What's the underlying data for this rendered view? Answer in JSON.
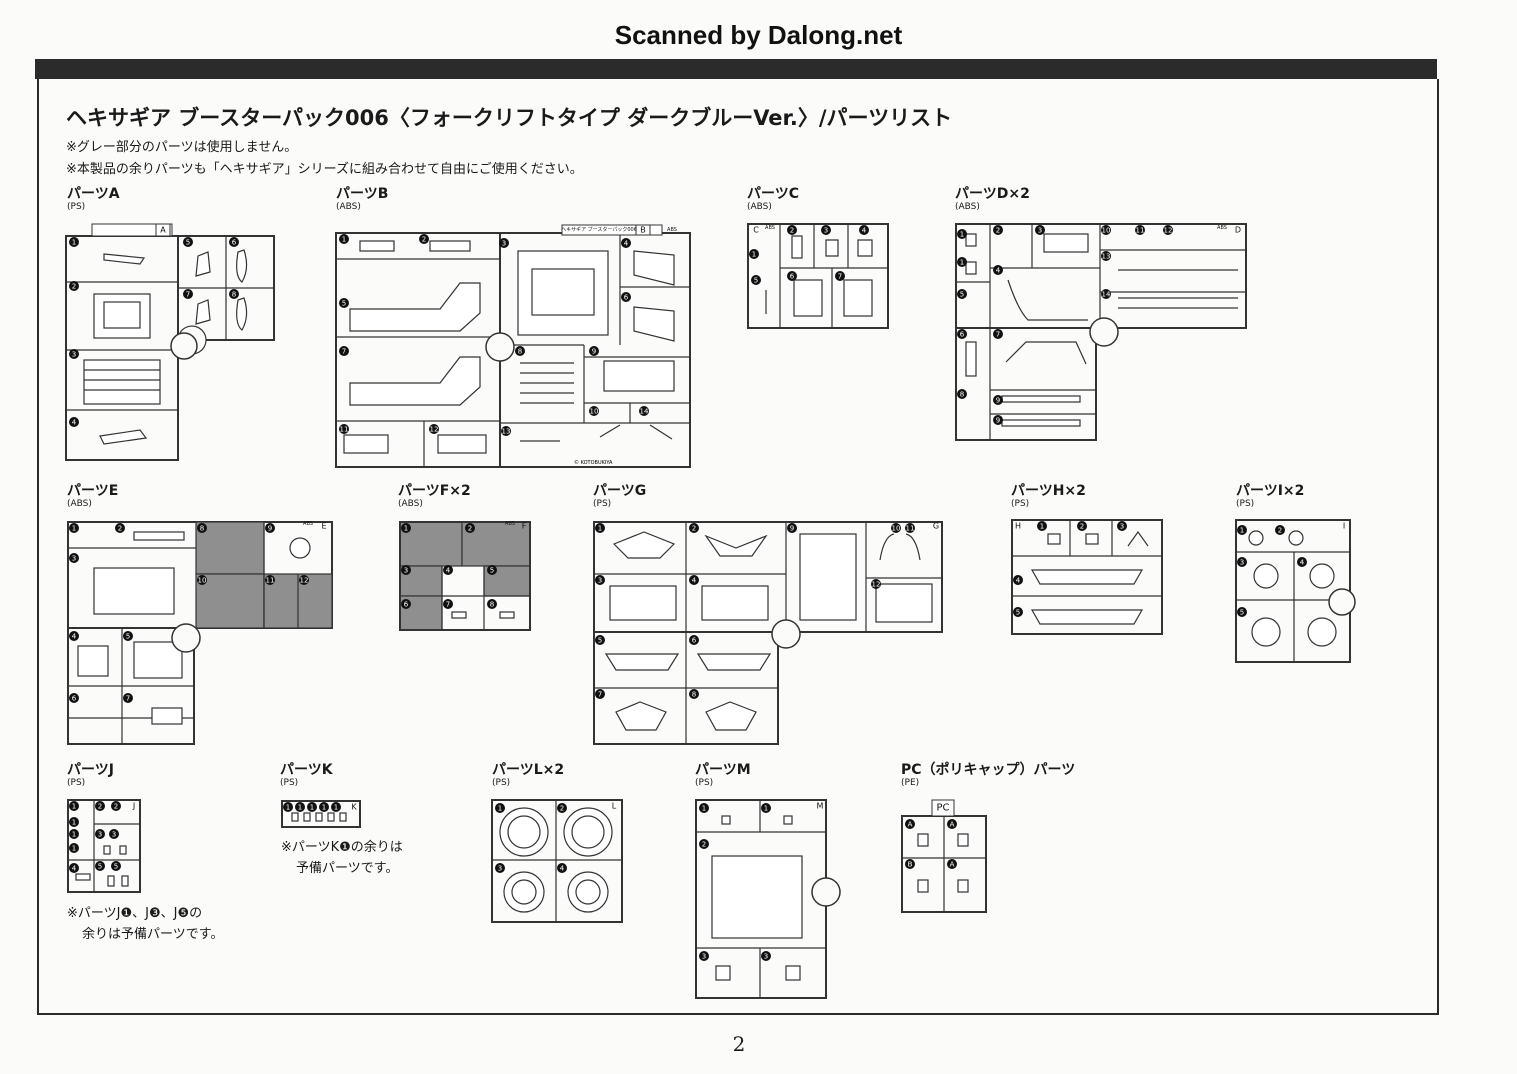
{
  "watermark": "Scanned by Dalong.net",
  "title": "ヘキサギア ブースターパック006〈フォークリフトタイプ ダークブルーVer.〉/パーツリスト",
  "notes": [
    "※グレー部分のパーツは使用しません。",
    "※本製品の余りパーツも「ヘキサギア」シリーズに組み合わせて自由にご使用ください。"
  ],
  "parts": {
    "A": {
      "label": "パーツA",
      "material": "(PS)",
      "tag": "A",
      "nums": [
        "1",
        "2",
        "3",
        "4",
        "5",
        "6",
        "7",
        "8"
      ]
    },
    "B": {
      "label": "パーツB",
      "material": "(ABS)",
      "tag": "B",
      "header": "ヘキサギア ブースターパック006",
      "mat_tag": "ABS",
      "copyright": "© KOTOBUKIYA",
      "nums": [
        "1",
        "2",
        "3",
        "4",
        "5",
        "6",
        "7",
        "8",
        "9",
        "10",
        "11",
        "12",
        "13",
        "14"
      ]
    },
    "C": {
      "label": "パーツC",
      "material": "(ABS)",
      "tag": "C",
      "mat_tag": "ABS",
      "nums": [
        "1",
        "2",
        "3",
        "4",
        "5",
        "6",
        "7"
      ]
    },
    "D": {
      "label": "パーツD×2",
      "material": "(ABS)",
      "tag": "D",
      "mat_tag": "ABS",
      "nums": [
        "1",
        "1",
        "2",
        "3",
        "4",
        "5",
        "6",
        "7",
        "8",
        "9",
        "9",
        "10",
        "11",
        "12",
        "13",
        "14"
      ]
    },
    "E": {
      "label": "パーツE",
      "material": "(ABS)",
      "tag": "E",
      "mat_tag": "ABS",
      "nums": [
        "1",
        "2",
        "3",
        "4",
        "5",
        "6",
        "7",
        "8",
        "9",
        "10",
        "11",
        "12"
      ]
    },
    "F": {
      "label": "パーツF×2",
      "material": "(ABS)",
      "tag": "F",
      "mat_tag": "ABS",
      "nums": [
        "1",
        "2",
        "3",
        "4",
        "5",
        "6",
        "7",
        "8"
      ]
    },
    "G": {
      "label": "パーツG",
      "material": "(PS)",
      "tag": "G",
      "nums": [
        "1",
        "2",
        "3",
        "4",
        "5",
        "6",
        "7",
        "8",
        "9",
        "10",
        "11",
        "12"
      ]
    },
    "H": {
      "label": "パーツH×2",
      "material": "(PS)",
      "tag": "H",
      "nums": [
        "1",
        "2",
        "3",
        "4",
        "5"
      ]
    },
    "I": {
      "label": "パーツI×2",
      "material": "(PS)",
      "tag": "I",
      "nums": [
        "1",
        "2",
        "3",
        "4",
        "5"
      ]
    },
    "J": {
      "label": "パーツJ",
      "material": "(PS)",
      "tag": "J",
      "nums": [
        "1",
        "2",
        "2",
        "1",
        "1",
        "3",
        "3",
        "1",
        "4",
        "5",
        "5"
      ],
      "footnote": [
        "※パーツJ❶、J❸、J❺の",
        "余りは予備パーツです。"
      ]
    },
    "K": {
      "label": "パーツK",
      "material": "(PS)",
      "tag": "K",
      "nums": [
        "1",
        "1",
        "1",
        "1",
        "1"
      ],
      "footnote": [
        "※パーツK❶の余りは",
        "予備パーツです。"
      ]
    },
    "L": {
      "label": "パーツL×2",
      "material": "(PS)",
      "tag": "L",
      "nums": [
        "1",
        "2",
        "3",
        "4"
      ]
    },
    "M": {
      "label": "パーツM",
      "material": "(PS)",
      "tag": "M",
      "nums": [
        "1",
        "1",
        "2",
        "3",
        "3"
      ]
    },
    "PC": {
      "label": "PC（ポリキャップ）パーツ",
      "material": "(PE)",
      "tag": "PC",
      "nums": [
        "A",
        "A",
        "B",
        "A"
      ]
    }
  },
  "page_number": "2"
}
